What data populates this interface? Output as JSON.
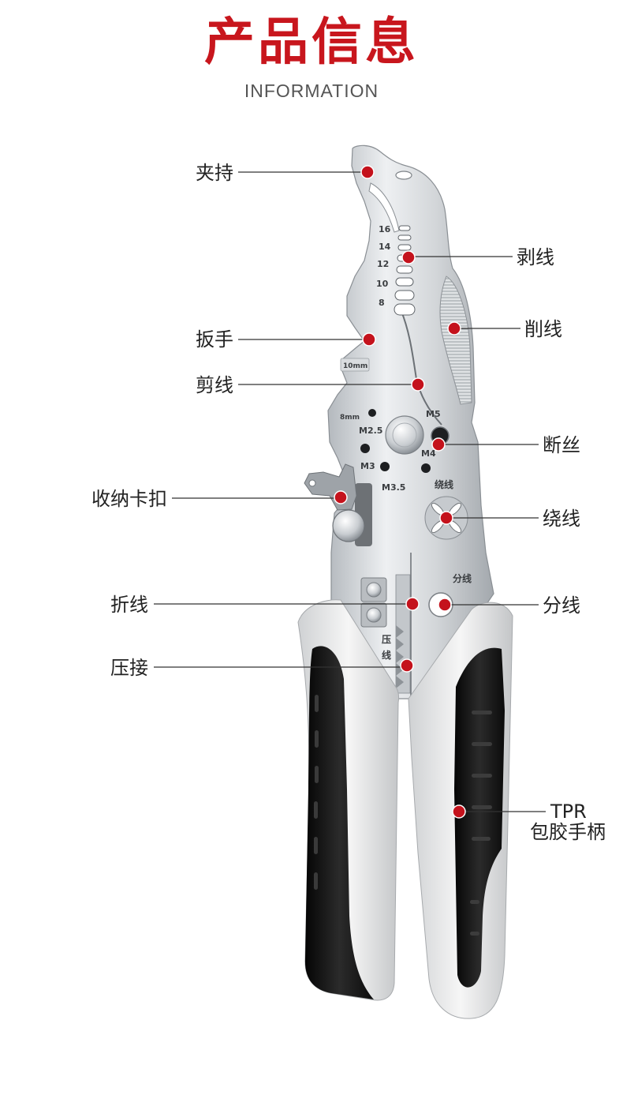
{
  "title": "产品信息",
  "subtitle": "INFORMATION",
  "callouts": {
    "clamping": "夹持",
    "stripping": "剥线",
    "shaving": "削线",
    "wrench": "扳手",
    "cutting": "剪线",
    "bolt_cutting": "断丝",
    "storage_clip": "收纳卡扣",
    "winding": "绕线",
    "bending": "折线",
    "splitting": "分线",
    "crimping": "压接",
    "handle_material": "TPR",
    "handle_desc": "包胶手柄"
  },
  "tool_markings": {
    "gauges": [
      "16",
      "14",
      "12",
      "10",
      "8"
    ],
    "wrench_size": "10mm",
    "hole_8mm": "8mm",
    "m25": "M2.5",
    "m5": "M5",
    "m4": "M4",
    "m3": "M3",
    "m35": "M3.5",
    "winding": "绕线",
    "splitting": "分线",
    "crimp": [
      "压",
      "线"
    ]
  },
  "colors": {
    "title": "#c8161d",
    "dot": "#c4121c",
    "line": "#333333",
    "text": "#222222",
    "grip_black": "#151515",
    "grip_grey": "#e4e5e6",
    "metal": "#c9cdd1"
  }
}
